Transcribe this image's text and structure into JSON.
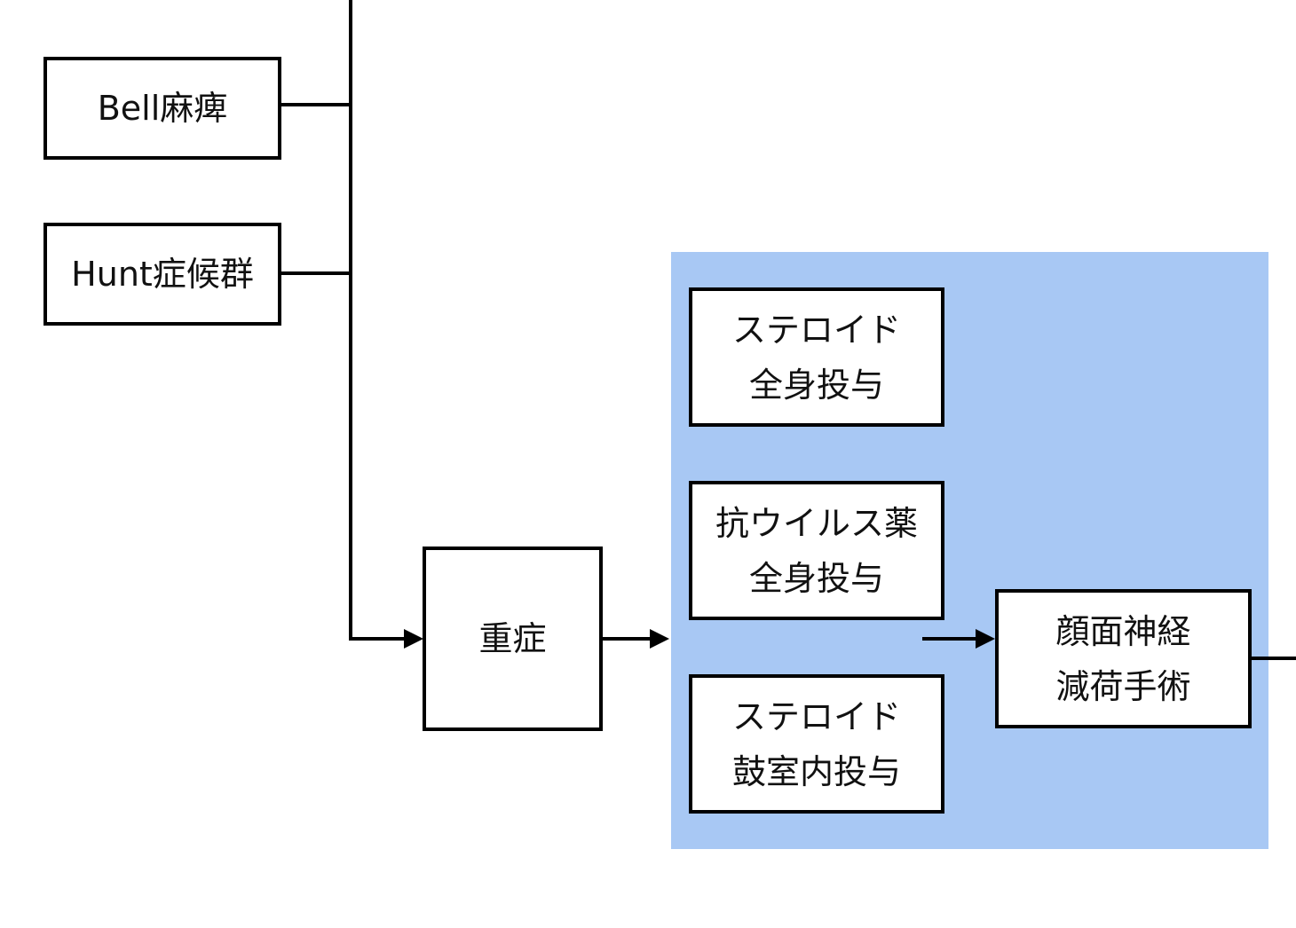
{
  "diagram": {
    "nodes": {
      "bell": {
        "label": "Bell麻痺"
      },
      "hunt": {
        "label": "Hunt症候群"
      },
      "severe": {
        "label": "重症"
      },
      "steroid_systemic": {
        "line1": "ステロイド",
        "line2": "全身投与"
      },
      "antiviral_systemic": {
        "line1": "抗ウイルス薬",
        "line2": "全身投与"
      },
      "steroid_intratympanic": {
        "line1": "ステロイド",
        "line2": "鼓室内投与"
      },
      "facial_nerve_decompression": {
        "line1": "顔面神経",
        "line2": "減荷手術"
      }
    },
    "edges": [
      {
        "from": "bell",
        "to": "severe"
      },
      {
        "from": "hunt",
        "to": "severe"
      },
      {
        "from": "severe",
        "to": "treatment-group"
      },
      {
        "from": "treatment-group",
        "to": "facial_nerve_decompression"
      }
    ],
    "colors": {
      "treatment_group_fill": "#a8c8f4",
      "stroke": "#000000"
    }
  }
}
